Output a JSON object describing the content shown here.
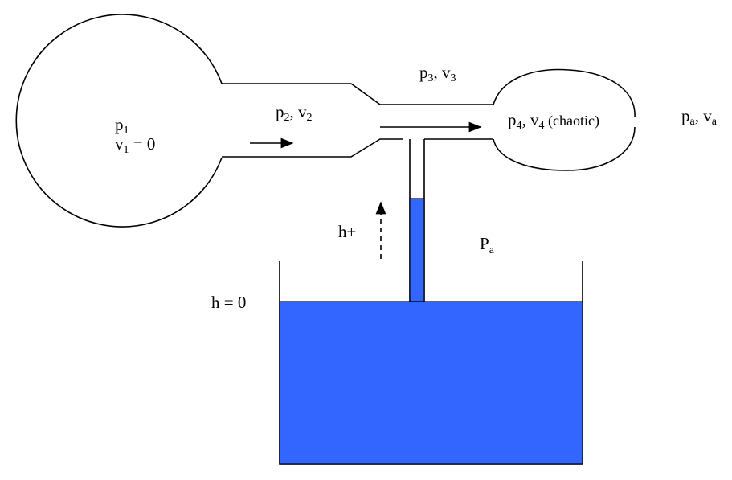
{
  "labels": {
    "p1": {
      "base": "p",
      "sub": "1"
    },
    "v1": {
      "base": "v",
      "sub": "1",
      "tail": " = 0"
    },
    "p2v2": {
      "p": "p",
      "p_sub": "2",
      "sep": ", ",
      "v": "v",
      "v_sub": "2"
    },
    "p3v3": {
      "p": "p",
      "p_sub": "3",
      "sep": ", ",
      "v": "v",
      "v_sub": "3"
    },
    "p4v4": {
      "p": "p",
      "p_sub": "4",
      "sep": ", ",
      "v": "v",
      "v_sub": "4",
      "tail": " (chaotic)"
    },
    "pava": {
      "p": "p",
      "p_sub": "a",
      "sep": ", ",
      "v": "v",
      "v_sub": "a"
    },
    "h_plus": "h+",
    "Pa": {
      "base": "P",
      "sub": "a"
    },
    "h_zero": "h = 0"
  },
  "colors": {
    "line": "#000000",
    "fluid": "#3366ff",
    "background": "#ffffff"
  }
}
